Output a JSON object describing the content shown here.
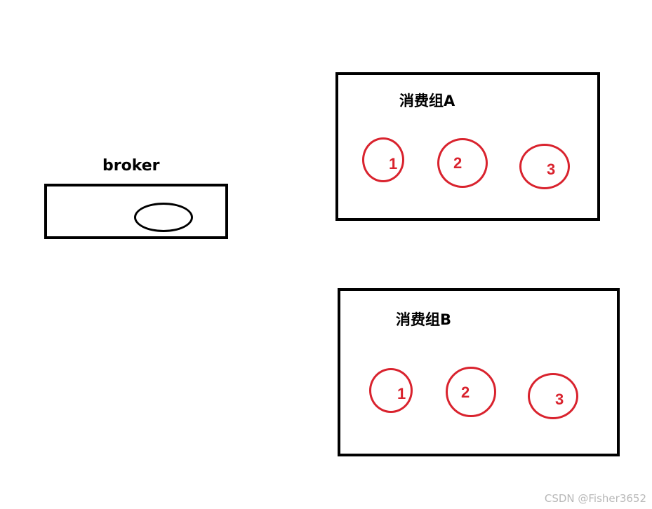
{
  "broker": {
    "label": "broker"
  },
  "group_a": {
    "label": "消费组A",
    "consumers": [
      "1",
      "2",
      "3"
    ]
  },
  "group_b": {
    "label": "消费组B",
    "consumers": [
      "1",
      "2",
      "3"
    ]
  },
  "watermark": "CSDN @Fisher3652",
  "colors": {
    "outline": "#000000",
    "consumer": "#d9232e"
  }
}
